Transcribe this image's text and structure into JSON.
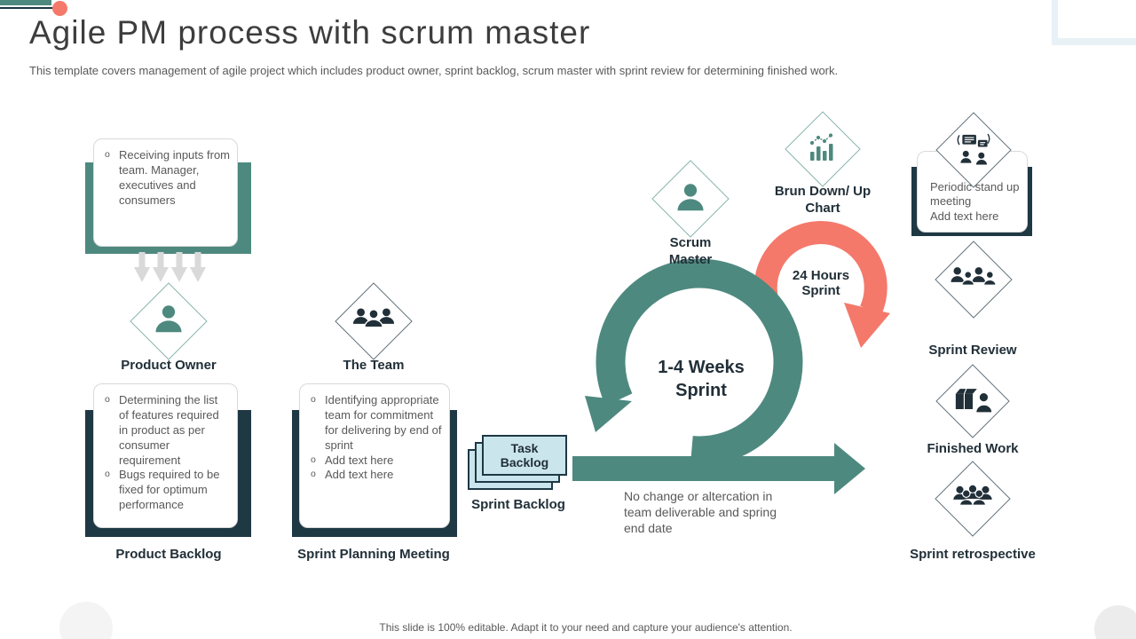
{
  "slide": {
    "title": "Agile PM process with scrum master",
    "subtitle": "This template covers management of agile project which includes product owner, sprint backlog, scrum master with sprint review for determining finished work.",
    "footer": "This slide is 100% editable. Adapt it to your need and capture your audience's attention."
  },
  "ui": {
    "bullet_char": "o"
  },
  "colors": {
    "teal": "#4e897f",
    "orange": "#f4796b",
    "navy": "#1e3844",
    "label_dark": "#212f38",
    "body_gray": "#595959",
    "card_blue": "#cbe5ed",
    "arrow_gray": "#d9d9d9",
    "pale_blue": "#e8f1f6"
  },
  "product_owner_flow": {
    "inputs_box_items": [
      "Receiving inputs from team. Manager, executives and consumers"
    ],
    "label": "Product Owner",
    "backlog_items": [
      "Determining the list of features required in product as per consumer requirement",
      "Bugs required to be fixed for optimum performance"
    ],
    "backlog_label": "Product Backlog"
  },
  "team_flow": {
    "label": "The Team",
    "planning_items": [
      "Identifying appropriate team for commitment for delivering by end of sprint",
      "Add text here",
      "Add text here"
    ],
    "planning_label": "Sprint Planning Meeting"
  },
  "backlog_stack": {
    "card_text": "Task Backlog",
    "label": "Sprint Backlog"
  },
  "sprint_loop": {
    "scrum_master_label": "Scrum Master",
    "weeks_sprint_label": "1-4 Weeks Sprint",
    "hours_sprint_label": "24 Hours Sprint",
    "burn_chart_label": "Brun Down/ Up Chart",
    "note": "No change or altercation in team deliverable and spring end date"
  },
  "right_flow": {
    "standup_lines": [
      "Periodic stand up meeting",
      "Add text here"
    ],
    "review_label": "Sprint Review",
    "finished_label": "Finished Work",
    "retro_label": "Sprint retrospective"
  },
  "icons": {
    "product_owner": "person-silhouette",
    "scrum_master": "person-silhouette",
    "team": "three-person-group",
    "burn_chart": "bar-and-dotted-line-chart",
    "standup": "two-people-discussion-bubbles",
    "sprint_review": "four-person-group",
    "finished_work": "package-box-with-person",
    "retrospective": "five-person-crowd"
  }
}
